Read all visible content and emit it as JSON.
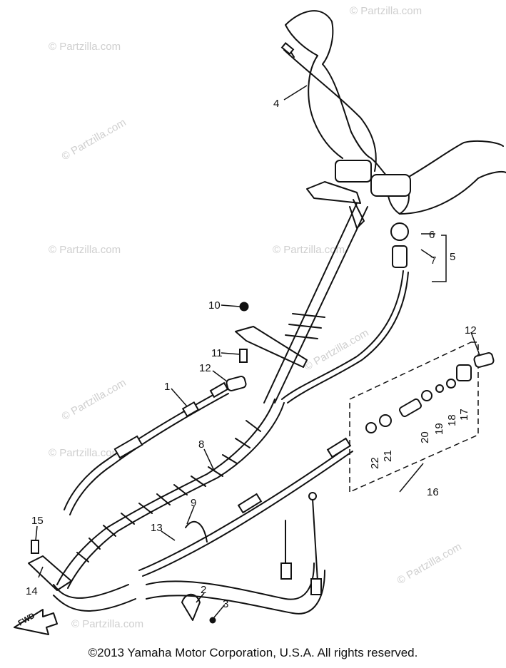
{
  "watermark": "© Partzilla.com",
  "copyright": "©2013 Yamaha Motor Corporation, U.S.A. All rights reserved.",
  "fwd_label": "FWD",
  "callouts": {
    "c1": "1",
    "c2": "2",
    "c3": "3",
    "c4": "4",
    "c5": "5",
    "c6": "6",
    "c7": "7",
    "c8": "8",
    "c9": "9",
    "c10": "10",
    "c11": "11",
    "c12a": "12",
    "c12b": "12",
    "c13": "13",
    "c14": "14",
    "c15": "15",
    "c16": "16",
    "c17": "17",
    "c18": "18",
    "c19": "19",
    "c20": "20",
    "c21": "21",
    "c22": "22"
  }
}
